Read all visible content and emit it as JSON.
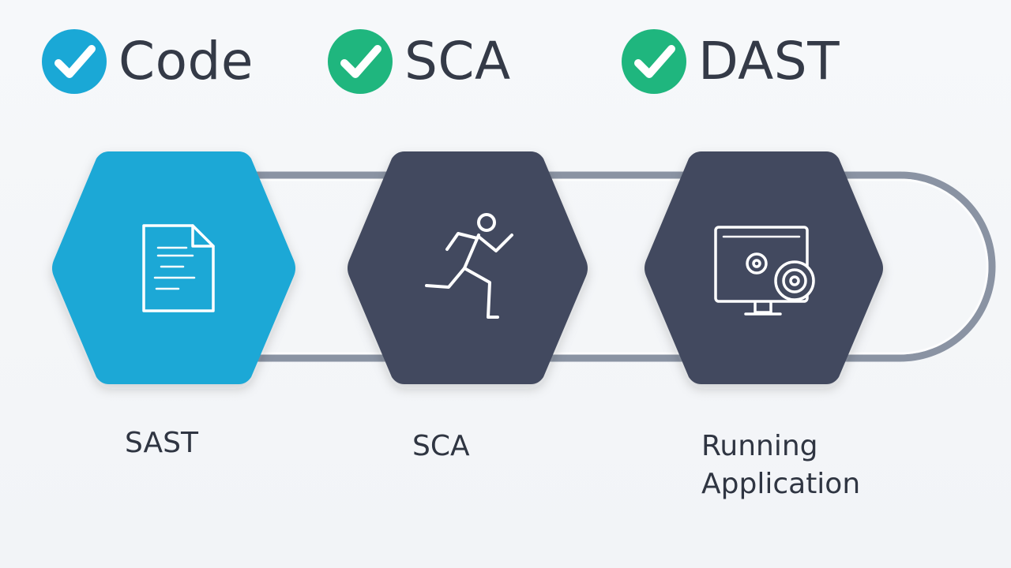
{
  "header": {
    "items": [
      {
        "label": "Code",
        "check_color": "#1aa8d6"
      },
      {
        "label": "SCA",
        "check_color": "#1fb67e"
      },
      {
        "label": "DAST",
        "check_color": "#1fb67e"
      }
    ]
  },
  "stages": [
    {
      "label": "SAST",
      "hex_color": "#1aa8d6",
      "icon": "document-icon"
    },
    {
      "label": "SCA",
      "hex_color": "#434a5e",
      "icon": "running-person-icon"
    },
    {
      "label_line1": "Running",
      "label_line2": "Application",
      "hex_color": "#434a5e",
      "icon": "monitor-gears-icon"
    }
  ],
  "colors": {
    "track": "#8a93a3",
    "background": "#f4f6f9",
    "icon_stroke": "#ffffff"
  }
}
